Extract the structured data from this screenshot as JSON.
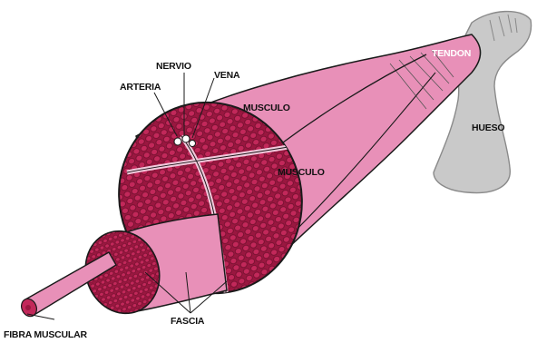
{
  "labels": {
    "nervio": "NERVIO",
    "vena": "VENA",
    "arteria": "ARTERIA",
    "musculo_top": "MUSCULO",
    "musculo_mid": "MUSCULO",
    "tendon": "TENDON",
    "hueso": "HUESO",
    "fascia": "FASCIA",
    "fibra_muscular": "FIBRA MUSCULAR"
  },
  "colors": {
    "muscle_pink": "#e890b8",
    "muscle_dark": "#9a1740",
    "fiber_red": "#c2285a",
    "bone_gray": "#c9c9c9",
    "outline": "#1a1a1a"
  }
}
